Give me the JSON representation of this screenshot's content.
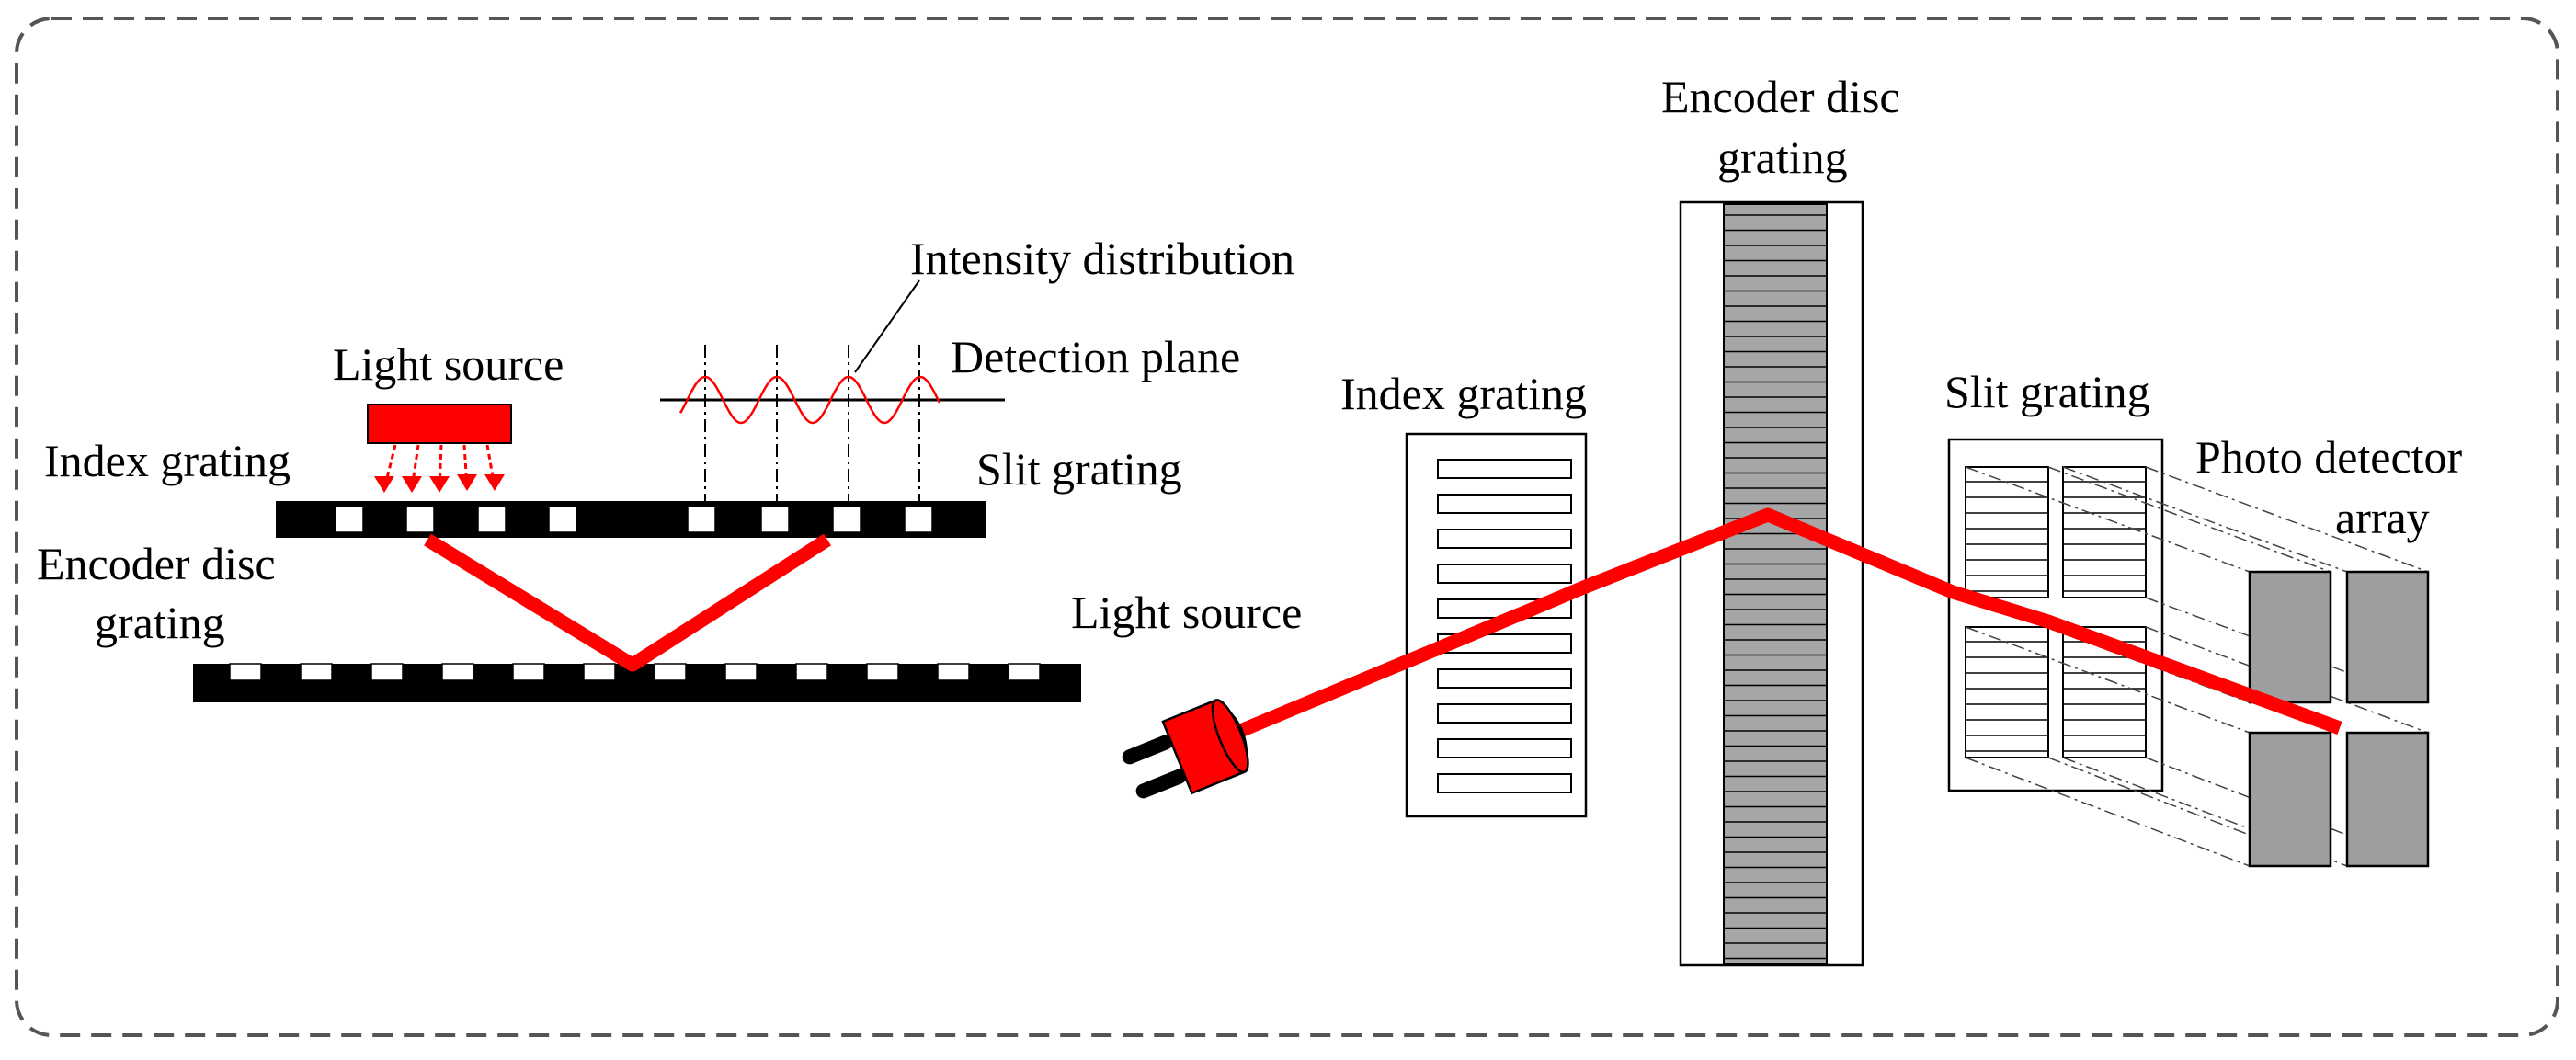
{
  "left": {
    "light_source": "Light source",
    "intensity_distribution": "Intensity distribution",
    "detection_plane": "Detection plane",
    "index_grating": "Index grating",
    "slit_grating": "Slit grating",
    "encoder_disc_line1": "Encoder disc",
    "encoder_disc_line2": "grating"
  },
  "right": {
    "encoder_disc_line1": "Encoder disc",
    "encoder_disc_line2": "grating",
    "index_grating": "Index grating",
    "slit_grating": "Slit grating",
    "photo_detector_line1": "Photo detector",
    "photo_detector_line2": "array",
    "light_source": "Light source"
  },
  "colors": {
    "beam": "#ff0000",
    "grating_dark": "#000000",
    "disc_fill": "#a6a6a6",
    "detector_fill": "#9e9e9e",
    "frame": "#555555"
  }
}
